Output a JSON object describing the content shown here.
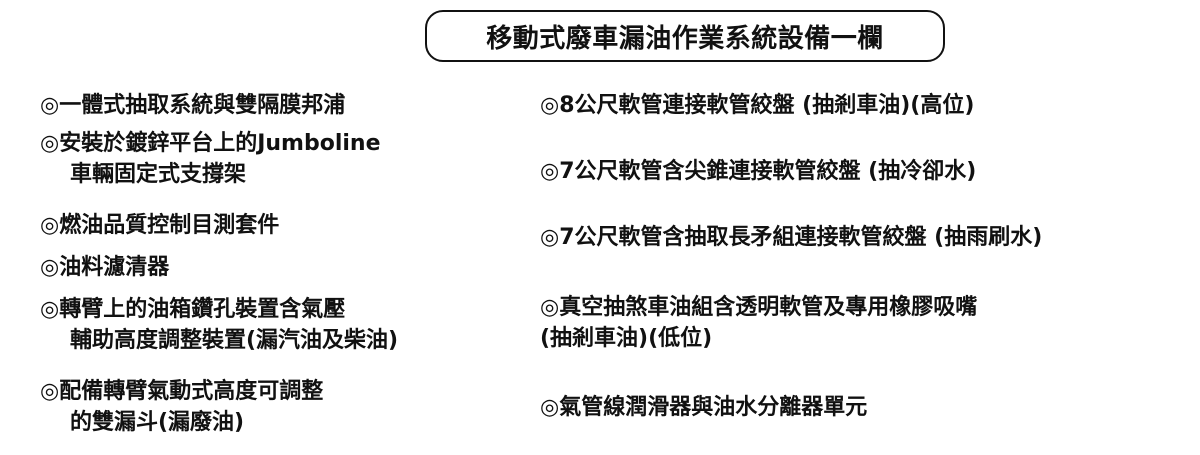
{
  "title": "移動式廢車漏油作業系統設備一欄",
  "left_items": [
    {
      "line1": "◎一體式抽取系統與雙隔膜邦浦",
      "line2": ""
    },
    {
      "line1": "◎安裝於鍍鋅平台上的Jumboline",
      "line2": "車輛固定式支撐架"
    },
    {
      "line1": "◎燃油品質控制目測套件",
      "line2": ""
    },
    {
      "line1": "◎油料濾清器",
      "line2": ""
    },
    {
      "line1": "◎轉臂上的油箱鑽孔裝置含氣壓",
      "line2": "輔助高度調整裝置(漏汽油及柴油)"
    },
    {
      "line1": "◎配備轉臂氣動式高度可調整",
      "line2": "的雙漏斗(漏廢油)"
    }
  ],
  "right_items": [
    {
      "line1": "◎8公尺軟管連接軟管絞盤 (抽剎車油)(高位)",
      "line2": ""
    },
    {
      "line1": "◎7公尺軟管含尖錐連接軟管絞盤 (抽冷卻水)",
      "line2": ""
    },
    {
      "line1": "◎7公尺軟管含抽取長矛組連接軟管絞盤 (抽雨刷水)",
      "line2": ""
    },
    {
      "line1": "◎真空抽煞車油組含透明軟管及專用橡膠吸嘴",
      "line2": "(抽剎車油)(低位)"
    },
    {
      "line1": "◎氣管線潤滑器與油水分離器單元",
      "line2": ""
    }
  ]
}
